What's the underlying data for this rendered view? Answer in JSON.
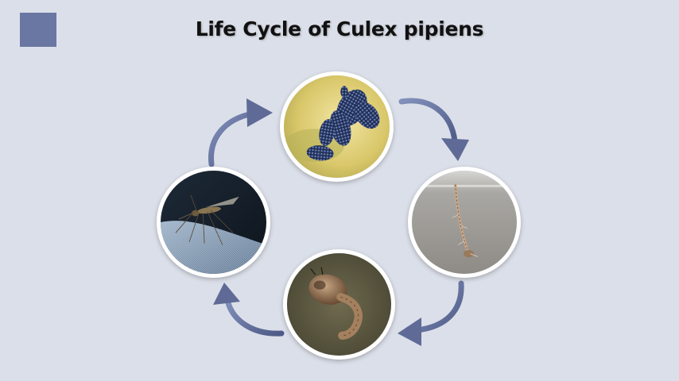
{
  "header": {
    "title": "Life Cycle of Culex pipiens"
  },
  "colors": {
    "background": "#dbdfe9",
    "accent": "#6a77a3",
    "arrow": "#5f6b96",
    "ring": "#ffffff"
  },
  "cycle": {
    "stages": [
      {
        "id": "eggs",
        "icon": "egg-raft-photo"
      },
      {
        "id": "larva",
        "icon": "larva-photo"
      },
      {
        "id": "pupa",
        "icon": "pupa-photo"
      },
      {
        "id": "adult",
        "icon": "adult-mosquito-photo"
      }
    ]
  }
}
